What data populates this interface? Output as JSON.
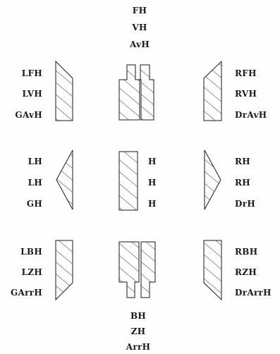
{
  "colors": {
    "ink": "#1a1a1a",
    "background": "#fefefe"
  },
  "labels": {
    "top": [
      "FH",
      "VH",
      "AvH"
    ],
    "front_left": [
      "LFH",
      "LVH",
      "GAvH"
    ],
    "front_right": [
      "RFH",
      "RVH",
      "DrAvH"
    ],
    "mid_left": [
      "LH",
      "LH",
      "GH"
    ],
    "mid_center": [
      "H",
      "H",
      "H"
    ],
    "mid_right": [
      "RH",
      "RH",
      "DrH"
    ],
    "back_left": [
      "LBH",
      "LZH",
      "GArrH"
    ],
    "back_right": [
      "RBH",
      "RZH",
      "DrArrH"
    ],
    "bottom": [
      "BH",
      "ZH",
      "ArrH"
    ]
  }
}
